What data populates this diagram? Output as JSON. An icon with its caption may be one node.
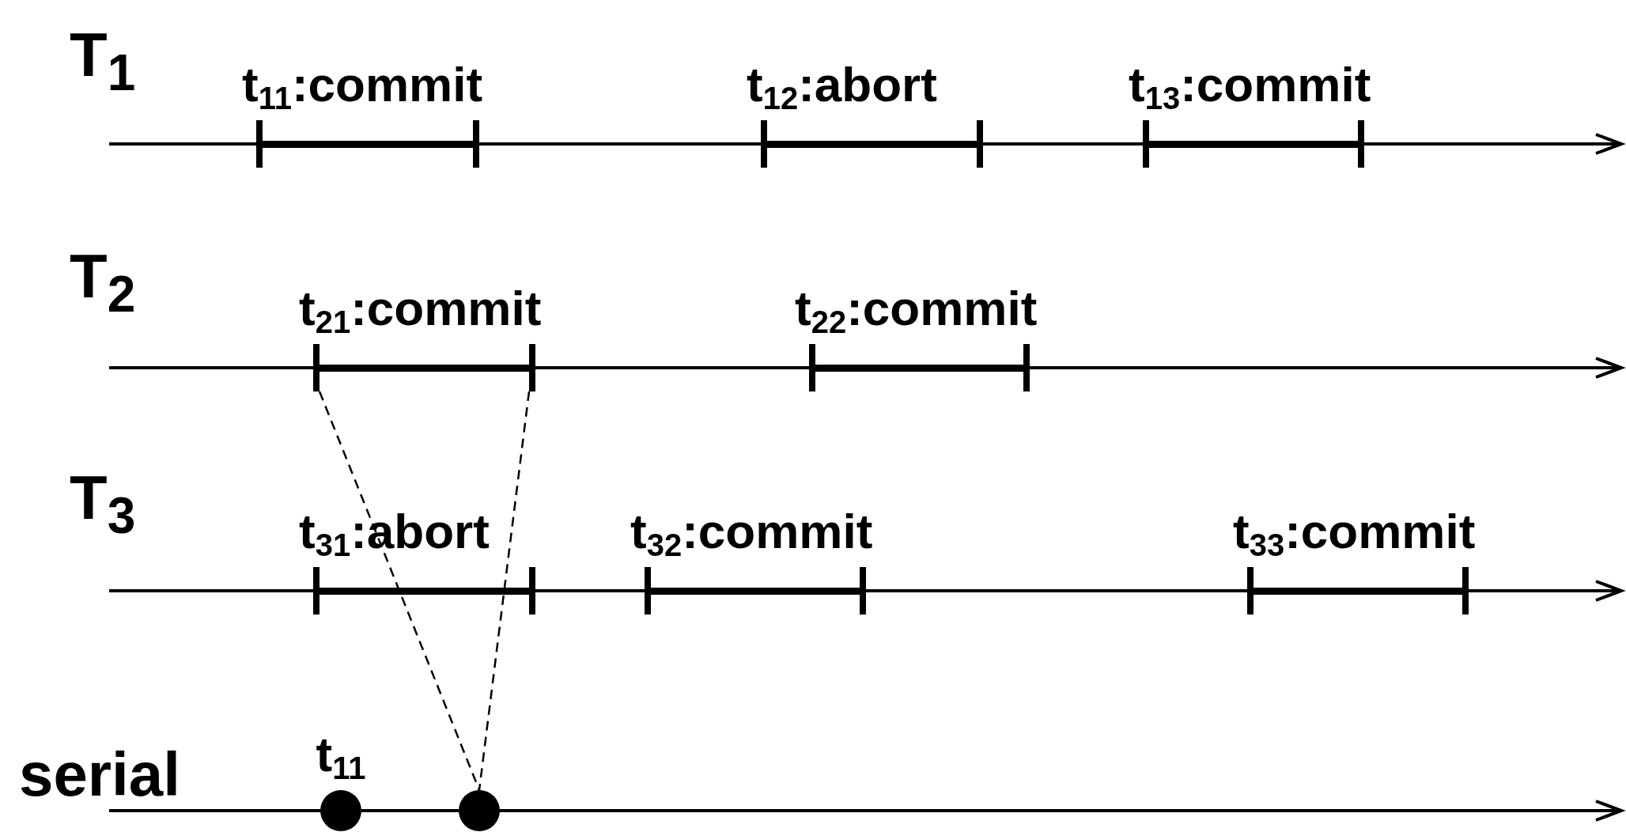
{
  "diagram": {
    "nodes": [
      {
        "text": [
          "t$_{11}$:commit"
        ]
      },
      {
        "text": [
          "t$_{12}$:abort"
        ]
      },
      {
        "text": [
          "t$_{13}$:commit"
        ]
      },
      {
        "text": [
          "t$_{21}$:commit"
        ]
      },
      {
        "text": [
          "t$_{22}$:commit"
        ]
      },
      {
        "text": [
          "t$_{31}$:abort"
        ]
      },
      {
        "text": [
          "t$_{32}$:commit"
        ]
      },
      {
        "text": [
          "t$_{33}$:commit"
        ]
      },
      {
        "text": [
          "t$_{11}$"
        ]
      },
      {
        "text": [],
        "shape": "circle"
      }
    ],
    "edges": [
      {
        "from": 3,
        "to": 9,
        "arrow": "none",
        "style": "dashed"
      },
      {
        "from": 3,
        "to": 9,
        "arrow": "none",
        "style": "dashed"
      }
    ],
    "labels": [
      "T$_{1}$",
      "T$_{2}$",
      "T$_{3}$",
      "serial"
    ]
  }
}
